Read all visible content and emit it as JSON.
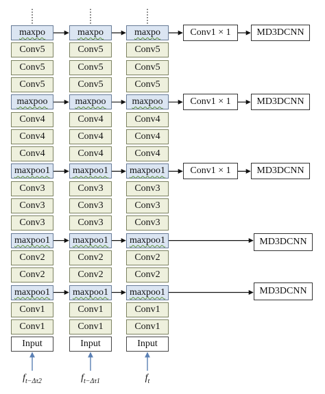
{
  "columns": [
    {
      "input_label": "Input",
      "feature": {
        "main": "f",
        "sub": "t−Δτ2"
      }
    },
    {
      "input_label": "Input",
      "feature": {
        "main": "f",
        "sub": "t−Δτ1"
      }
    },
    {
      "input_label": "Input",
      "feature": {
        "main": "f",
        "sub": "t"
      }
    }
  ],
  "column_layers": [
    {
      "label": "maxpo",
      "kind": "pool"
    },
    {
      "label": "Conv5",
      "kind": "conv"
    },
    {
      "label": "Conv5",
      "kind": "conv"
    },
    {
      "label": "Conv5",
      "kind": "conv"
    },
    {
      "label": "maxpoo",
      "kind": "pool"
    },
    {
      "label": "Conv4",
      "kind": "conv"
    },
    {
      "label": "Conv4",
      "kind": "conv"
    },
    {
      "label": "Conv4",
      "kind": "conv"
    },
    {
      "label": "maxpoo1",
      "kind": "pool"
    },
    {
      "label": "Conv3",
      "kind": "conv"
    },
    {
      "label": "Conv3",
      "kind": "conv"
    },
    {
      "label": "Conv3",
      "kind": "conv"
    },
    {
      "label": "maxpoo1",
      "kind": "pool"
    },
    {
      "label": "Conv2",
      "kind": "conv"
    },
    {
      "label": "Conv2",
      "kind": "conv"
    },
    {
      "label": "maxpoo1",
      "kind": "pool"
    },
    {
      "label": "Conv1",
      "kind": "conv"
    },
    {
      "label": "Conv1",
      "kind": "conv"
    },
    {
      "label": "Input",
      "kind": "input"
    }
  ],
  "side_outputs": [
    {
      "from_layer": 0,
      "conv_label": "Conv1 × 1",
      "head_label": "MD3DCNN"
    },
    {
      "from_layer": 4,
      "conv_label": "Conv1 × 1",
      "head_label": "MD3DCNN"
    },
    {
      "from_layer": 8,
      "conv_label": "Conv1 × 1",
      "head_label": "MD3DCNN"
    },
    {
      "from_layer": 12,
      "conv_label": "",
      "head_label": "MD3DCNN"
    },
    {
      "from_layer": 15,
      "conv_label": "",
      "head_label": "MD3DCNN"
    }
  ]
}
